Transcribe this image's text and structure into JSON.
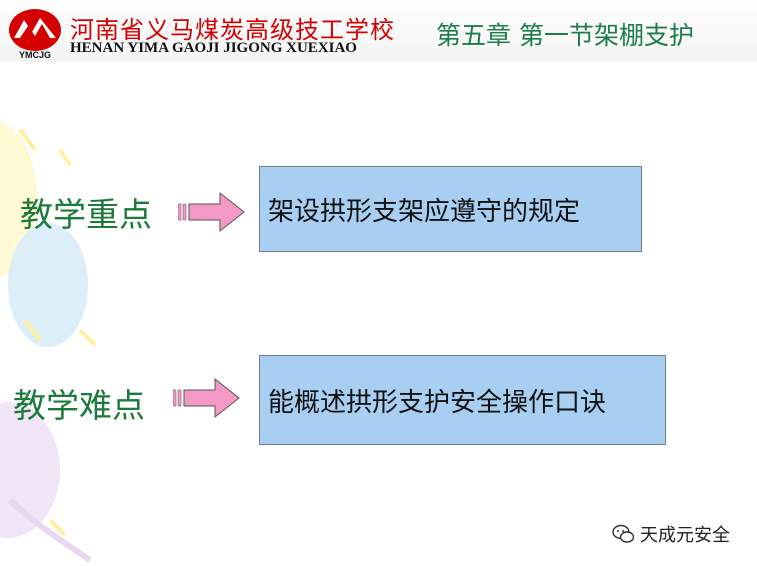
{
  "header": {
    "logo_caption": "YMCJG",
    "school_name_cn": "河南省义马煤炭高级技工学校",
    "school_name_en": "HENAN YIMA GAOJI JIGONG XUEXIAO",
    "chapter_title": "第五章   第一节架棚支护"
  },
  "rows": [
    {
      "label": "教学重点",
      "content": "架设拱形支架应遵守的规定"
    },
    {
      "label": "教学难点",
      "content": "能概述拱形支护安全操作口诀"
    }
  ],
  "footer": {
    "account": "天成元安全"
  },
  "colors": {
    "label_green": "#1c7a3a",
    "chapter_green": "#1d7d4a",
    "box_blue": "#a8cff2",
    "arrow_pink": "#f59ac7",
    "school_red": "#d40000"
  },
  "icons": [
    "logo-icon",
    "arrow-icon",
    "wechat-icon"
  ]
}
